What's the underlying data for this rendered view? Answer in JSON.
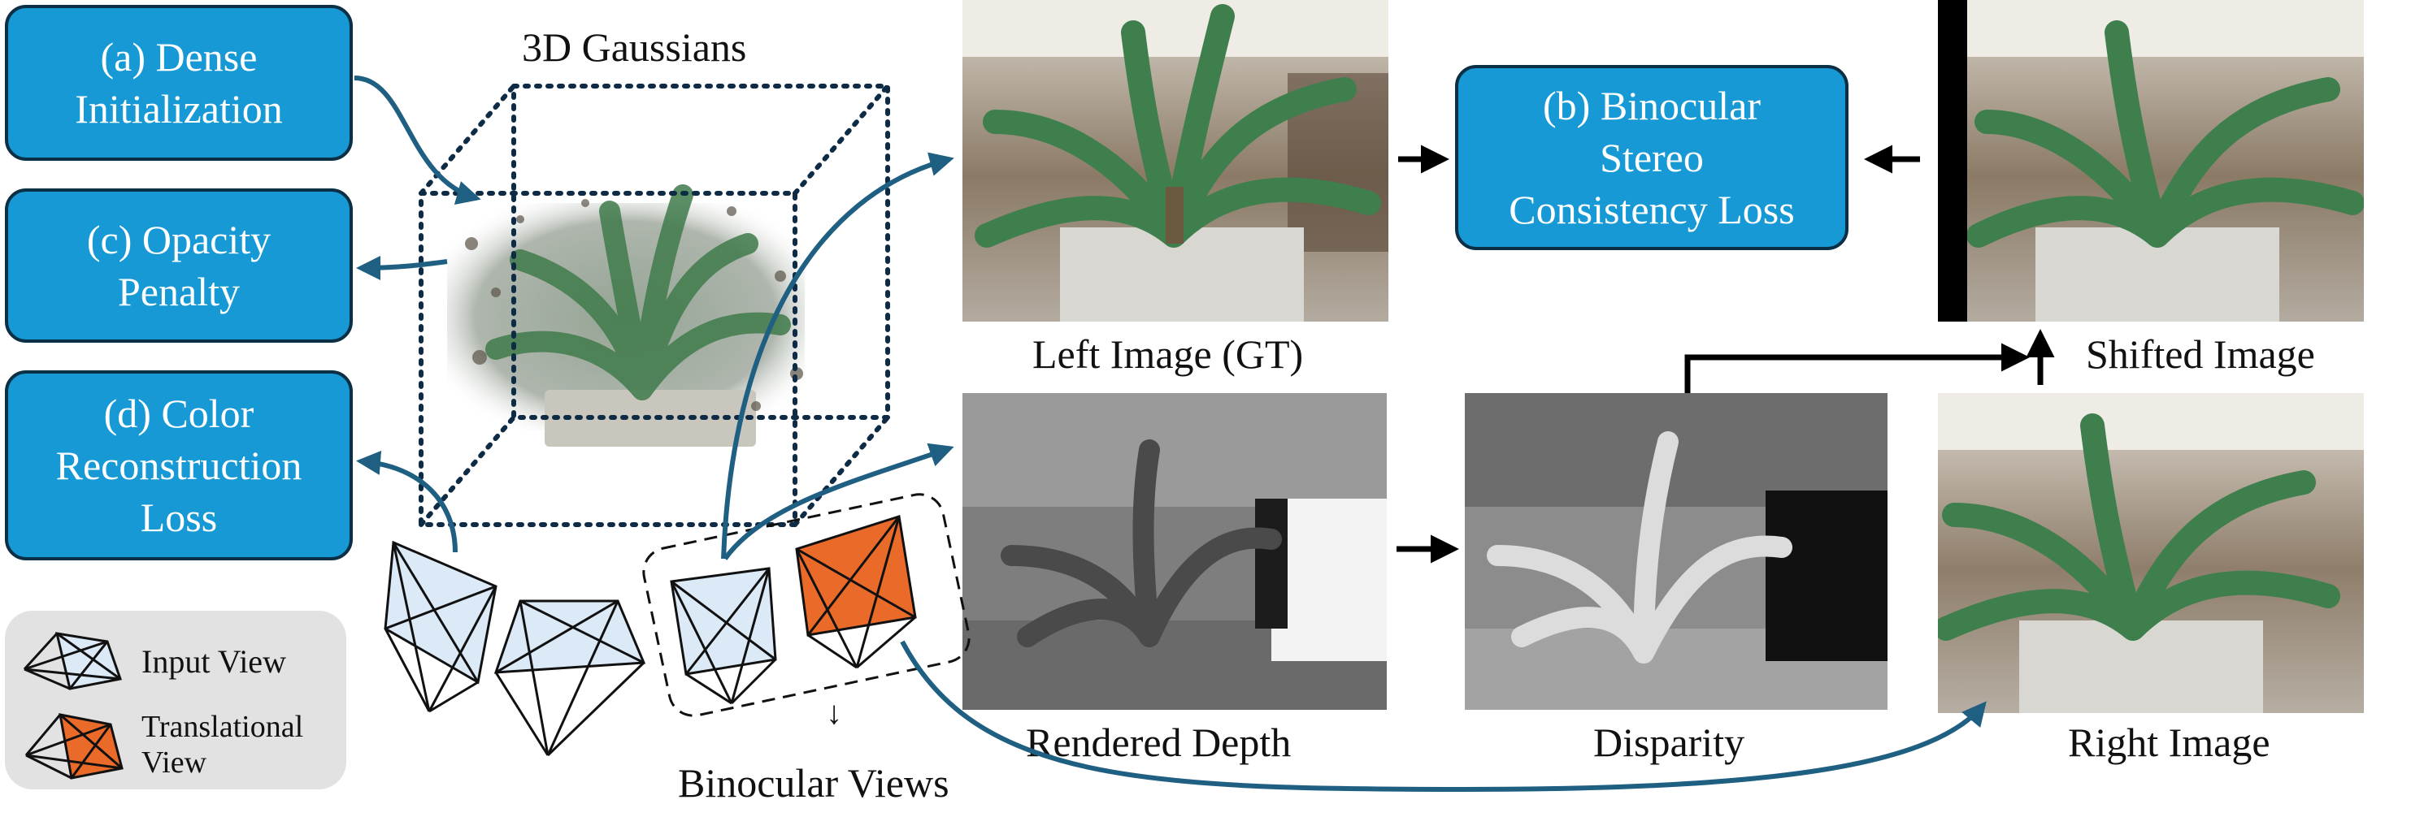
{
  "boxes": {
    "dense": [
      "(a) Dense",
      "Initialization"
    ],
    "opacity": [
      "(c) Opacity",
      "Penalty"
    ],
    "color": [
      "(d) Color",
      "Reconstruction",
      "Loss"
    ],
    "binocular": [
      "(b) Binocular",
      "Stereo",
      "Consistency Loss"
    ]
  },
  "labels": {
    "gaussians": "3D Gaussians",
    "left_image": "Left Image (GT)",
    "rendered_depth": "Rendered Depth",
    "disparity": "Disparity",
    "shifted_image": "Shifted Image",
    "right_image": "Right Image",
    "binocular_views": "Binocular Views",
    "down_arrow": "↓"
  },
  "legend": {
    "input_view": "Input View",
    "translational_view": [
      "Translational",
      "View"
    ]
  },
  "colors": {
    "box_fill": "#1699d4",
    "box_border": "#0b2f45",
    "arrow_blue": "#1f5f82",
    "input_view_fill": "#dce9f6",
    "translational_fill": "#ea6a2a",
    "legend_bg": "#e2e2e2"
  }
}
